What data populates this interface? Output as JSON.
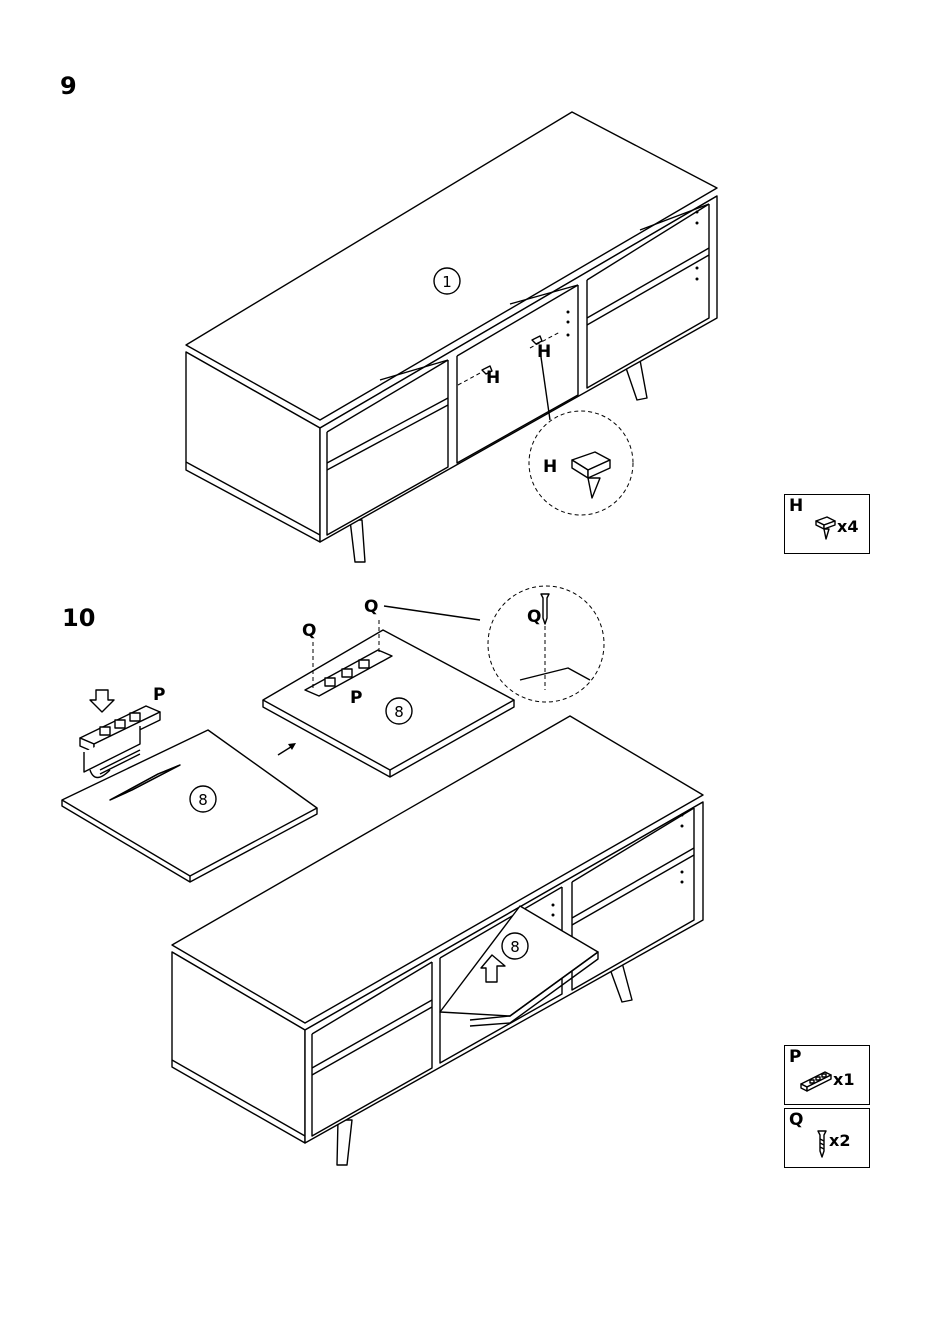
{
  "steps": [
    {
      "number": "9",
      "panel_label": "1",
      "callout_part": "H",
      "part_labels": [
        "H",
        "H"
      ]
    },
    {
      "number": "10",
      "panel_label": "8",
      "parts": [
        "P",
        "Q"
      ]
    }
  ],
  "parts_list": [
    {
      "letter": "H",
      "quantity": "x4"
    },
    {
      "letter": "P",
      "quantity": "x1"
    },
    {
      "letter": "Q",
      "quantity": "x2"
    }
  ]
}
